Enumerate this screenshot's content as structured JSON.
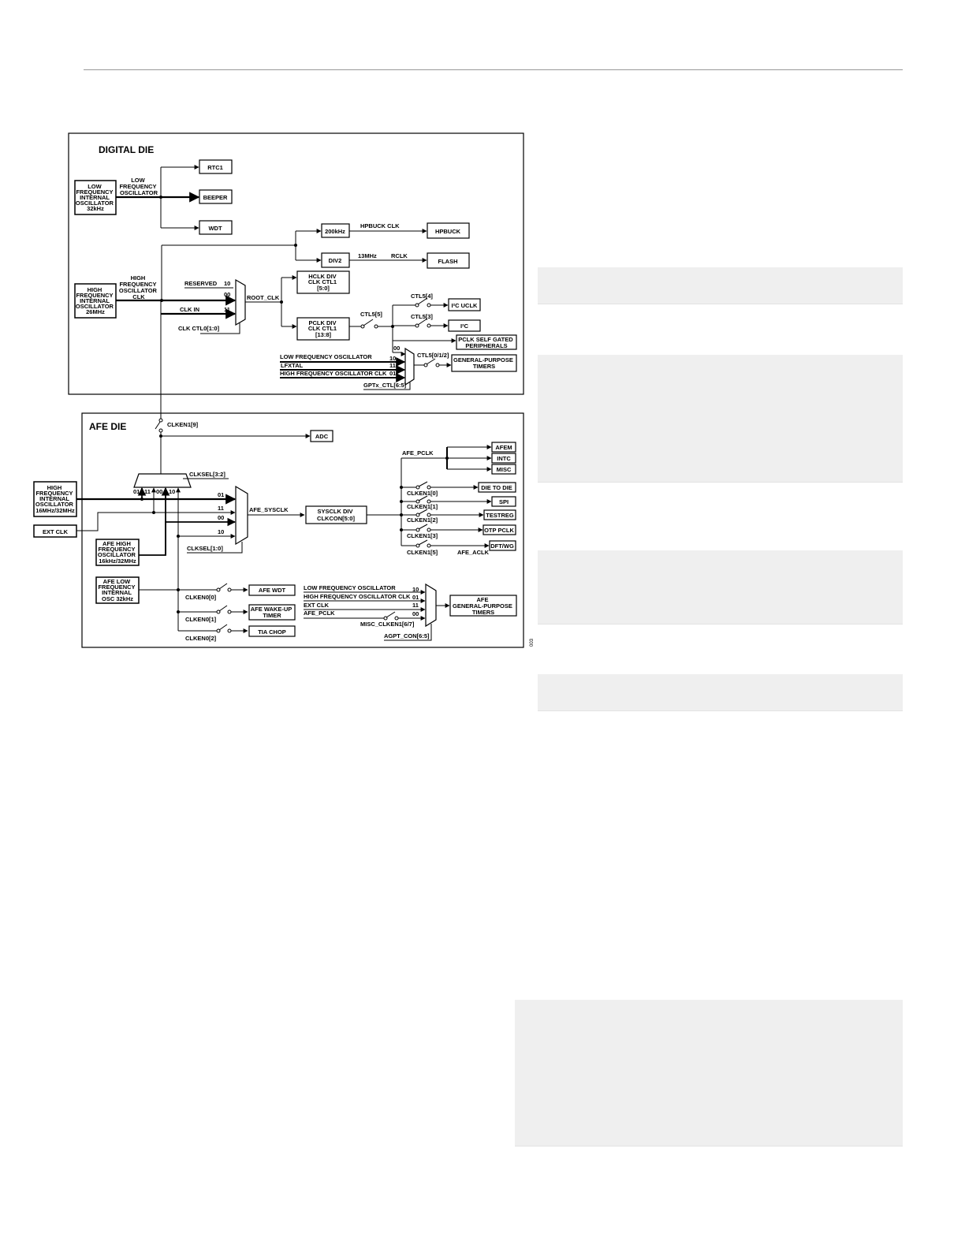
{
  "digital_die": {
    "title": "DIGITAL DIE",
    "lf_osc": [
      "LOW",
      "FREQUENCY",
      "INTERNAL",
      "OSCILLATOR",
      "32kHz"
    ],
    "lf_osc_label": [
      "LOW",
      "FREQUENCY",
      "OSCILLATOR"
    ],
    "rtc1": "RTC1",
    "beeper": "BEEPER",
    "wdt": "WDT",
    "hf_osc": [
      "HIGH",
      "FREQUENCY",
      "INTERNAL",
      "OSCILLATOR",
      "26MHz"
    ],
    "hf_osc_label": [
      "HIGH",
      "FREQUENCY",
      "OSCILLATOR",
      "CLK"
    ],
    "reserved": "RESERVED",
    "mux_in_10": "10",
    "mux_in_00": "00",
    "clk_in": "CLK IN",
    "mux_in_11": "11",
    "clk_ctl0": "CLK CTL0[1:0]",
    "root_clk": "ROOT_CLK",
    "b200khz": "200kHz",
    "hpbuck_clk": "HPBUCK CLK",
    "hpbuck": "HPBUCK",
    "div2": "DIV2",
    "mhz13": "13MHz",
    "rclk": "RCLK",
    "flash": "FLASH",
    "hclk_div": [
      "HCLK DIV",
      "CLK CTL1",
      "[5:0]"
    ],
    "pclk_div": [
      "PCLK DIV",
      "CLK CTL1",
      "[13:8]"
    ],
    "ctl5_5": "CTL5[5]",
    "ctl5_4": "CTL5[4]",
    "ctl5_3": "CTL5[3]",
    "i2c_uclk": "I²C UCLK",
    "i2c": "I²C",
    "pclk_self_gated": [
      "PCLK SELF GATED",
      "PERIPHERALS"
    ],
    "gpt_mux_00": "00",
    "gpt_in1": "LOW FREQUENCY OSCILLATOR",
    "gpt_in1_code": "10",
    "gpt_in2": "LFXTAL",
    "gpt_in2_code": "11",
    "gpt_in3": "HIGH FREQUENCY OSCILLATOR CLK",
    "gpt_in3_code": "01",
    "ctl5_012": "CTL5[0/1/2]",
    "gp_timers": [
      "GENERAL-PURPOSE",
      "TIMERS"
    ],
    "gptx_ctl": "GPTx_CTL[6:5]"
  },
  "afe_die": {
    "title": "AFE DIE",
    "clken1_9": "CLKEN1[9]",
    "adc": "ADC",
    "clksel_32": "CLKSEL[3:2]",
    "mux_top_codes": [
      "01",
      "11",
      "00",
      "10"
    ],
    "hf_osc": [
      "HIGH",
      "FREQUENCY",
      "INTERNAL",
      "OSCILLATOR",
      "16MHz/32MHz"
    ],
    "ext_clk": "EXT CLK",
    "afe_hf_osc": [
      "AFE HIGH",
      "FREQUENCY",
      "OSCILLATOR",
      "16kHz/32MHz"
    ],
    "sys_mux_codes": [
      "01",
      "11",
      "00",
      "10"
    ],
    "clksel_10": "CLKSEL[1:0]",
    "afe_sysclk": "AFE_SYSCLK",
    "sysclk_div": [
      "SYSCLK DIV",
      "CLKCON[5:0]"
    ],
    "afe_pclk": "AFE_PCLK",
    "afem": "AFEM",
    "intc": "INTC",
    "misc": "MISC",
    "clken1_0": "CLKEN1[0]",
    "clken1_1": "CLKEN1[1]",
    "clken1_2": "CLKEN1[2]",
    "clken1_3": "CLKEN1[3]",
    "clken1_5": "CLKEN1[5]",
    "die_to_die": "DIE TO DIE",
    "spi": "SPI",
    "testreg": "TESTREG",
    "otp_pclk": "OTP PCLK",
    "dft_wg": "DFT/WG",
    "afe_aclk": "AFE_ACLK",
    "afe_lf_osc": [
      "AFE LOW",
      "FREQUENCY",
      "INTERNAL",
      "OSC 32kHz"
    ],
    "clken0_0": "CLKEN0[0]",
    "clken0_1": "CLKEN0[1]",
    "clken0_2": "CLKEN0[2]",
    "afe_wdt": "AFE WDT",
    "afe_wakeup": [
      "AFE WAKE-UP",
      "TIMER"
    ],
    "tia_chop": "TIA CHOP",
    "agpt_in1": "LOW FREQUENCY OSCILLATOR",
    "agpt_in1_code": "10",
    "agpt_in2": "HIGH FREQUENCY OSCILLATOR CLK",
    "agpt_in2_code": "01",
    "agpt_in3": "EXT CLK",
    "agpt_in3_code": "11",
    "agpt_in4": "AFE_PCLK",
    "agpt_in4_code": "00",
    "misc_clken1": "MISC_CLKEN1[6/7]",
    "afe_gp_timers": [
      "AFE",
      "GENERAL-PURPOSE",
      "TIMERS"
    ],
    "agpt_con": "AGPT_CON[6:5]"
  },
  "figure_id": "003"
}
